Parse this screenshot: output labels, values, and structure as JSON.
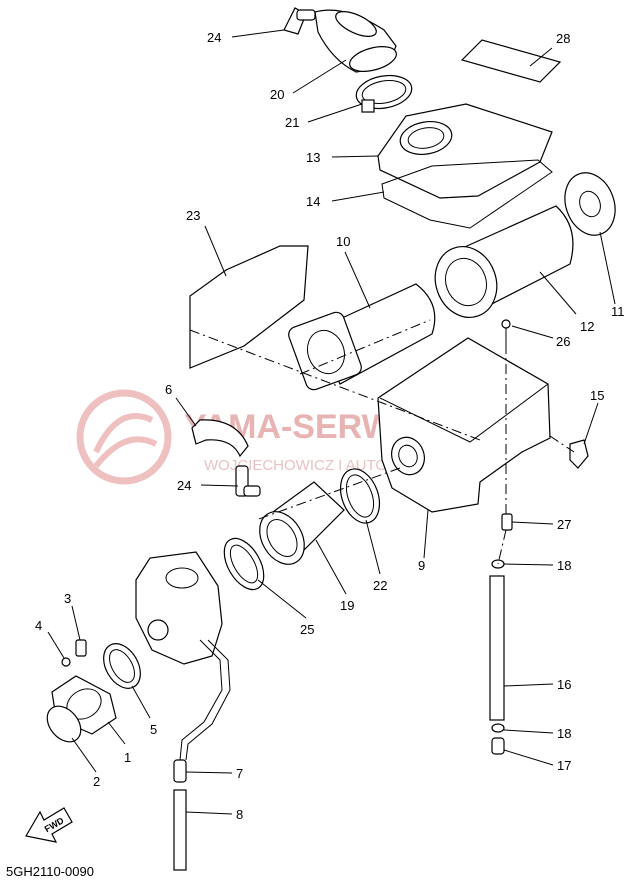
{
  "diagram_code": "5GH2110-0090",
  "fwd_label": "FWD",
  "watermark": {
    "title": "YAMA-SERWIS",
    "subtitle": "WOJCIECHOWICZ I AUTORYZOWANY"
  },
  "callouts": {
    "1": "1",
    "2": "2",
    "3": "3",
    "4": "4",
    "5": "5",
    "6": "6",
    "7": "7",
    "8": "8",
    "9": "9",
    "10": "10",
    "11": "11",
    "12": "12",
    "13": "13",
    "14": "14",
    "16": "16",
    "15": "15",
    "17": "17",
    "18a": "18",
    "18b": "18",
    "19": "19",
    "20": "20",
    "21": "21",
    "22": "22",
    "23": "23",
    "24a": "24",
    "24b": "24",
    "25": "25",
    "26": "26",
    "27": "27",
    "28": "28"
  }
}
